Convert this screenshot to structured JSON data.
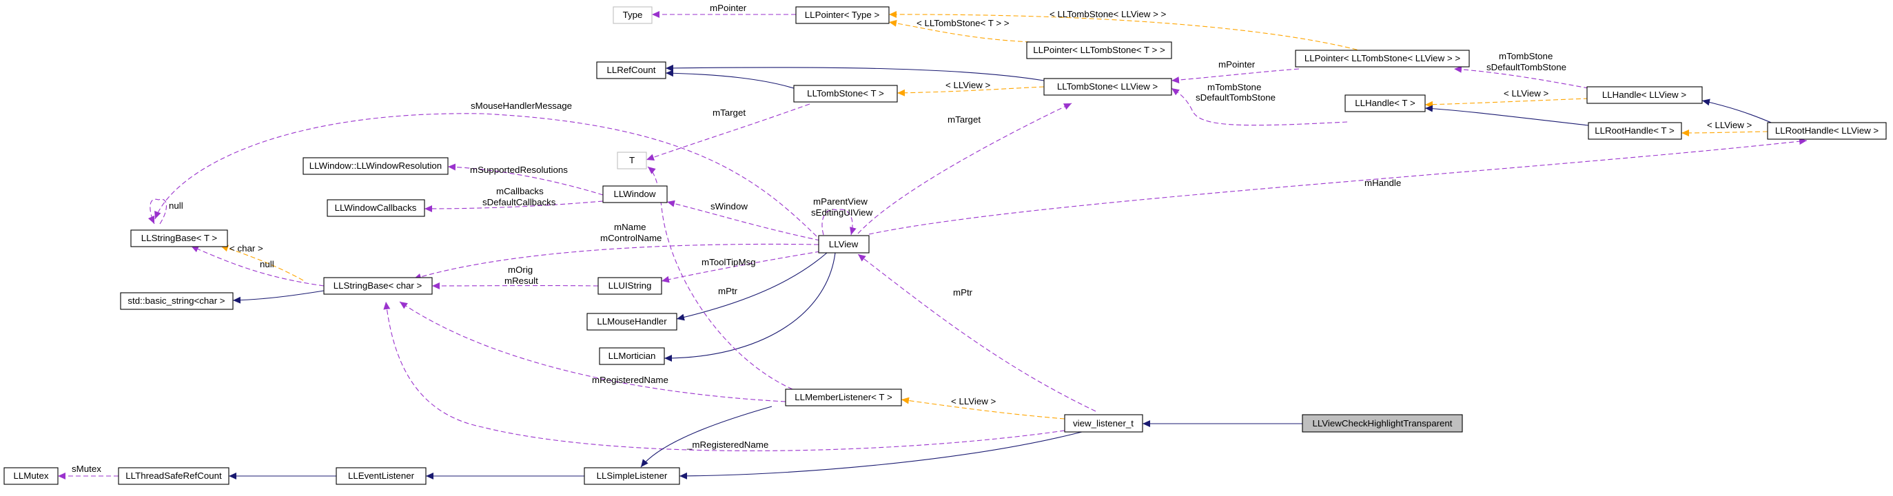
{
  "colors": {
    "inheritance": "#191970",
    "usage": "#9a32cd",
    "template": "#ffa500",
    "focus_fill": "#bfbfbf",
    "template_border": "#bfbfbf"
  },
  "nodes": {
    "type": "Type",
    "llpointer_type": "LLPointer< Type >",
    "llpointer_tomb_t": "LLPointer< LLTombStone< T > >",
    "llpointer_tomb_view": "LLPointer< LLTombStone< LLView > >",
    "llrefcount": "LLRefCount",
    "lltombstone_t": "LLTombStone< T >",
    "lltombstone_view": "LLTombStone< LLView >",
    "llhandle_t": "LLHandle< T >",
    "llhandle_view": "LLHandle< LLView >",
    "llroothandle_t": "LLRootHandle< T >",
    "llroothandle_view": "LLRootHandle< LLView >",
    "t": "T",
    "llwindow_resolution": "LLWindow::LLWindowResolution",
    "llwindow": "LLWindow",
    "llwindowcallbacks": "LLWindowCallbacks",
    "llstringbase_t": "LLStringBase< T >",
    "llstringbase_char": "LLStringBase< char >",
    "std_basic_string": "std::basic_string<char >",
    "llview": "LLView",
    "lluistring": "LLUIString",
    "llmousehandler": "LLMouseHandler",
    "llmortician": "LLMortician",
    "llmemberlistener": "LLMemberListener< T >",
    "view_listener": "view_listener_t",
    "llviewcheck": "LLViewCheckHighlightTransparent",
    "llmutex": "LLMutex",
    "llthreadsaferefcount": "LLThreadSafeRefCount",
    "lleventlistener": "LLEventListener",
    "llsimplelistener": "LLSimpleListener"
  },
  "edge_labels": {
    "mpointer_type": "mPointer",
    "tomb_t_args": "< LLTombStone< T > >",
    "tomb_view_args": "< LLTombStone< LLView > >",
    "mpointer_view": "mPointer",
    "llview_arg_tomb": "< LLView >",
    "mtarget_t": "mTarget",
    "mtombstone_1": "mTombStone",
    "sdefaulttombstone_1": "sDefaultTombStone",
    "mtombstone_2": "mTombStone",
    "sdefaulttombstone_2": "sDefaultTombStone",
    "llview_arg_handle": "< LLView >",
    "llview_arg_root": "< LLView >",
    "smousehandlermessage": "sMouseHandlerMessage",
    "mtarget_view": "mTarget",
    "null_self": "null",
    "msupportedresolutions": "mSupportedResolutions",
    "mcallbacks": "mCallbacks",
    "sdefaultcallbacks": "sDefaultCallbacks",
    "swindow": "sWindow",
    "mparentview": "mParentView",
    "seditinguiview": "sEditingUIView",
    "mhandle": "mHandle",
    "char_arg": "< char >",
    "null_char": "null",
    "mname": "mName",
    "mcontrolname": "mControlName",
    "morig": "mOrig",
    "mresult": "mResult",
    "mtooltipmsg": "mToolTipMsg",
    "mptr_mouse": "mPtr",
    "mptr_view": "mPtr",
    "mregisteredname_1": "mRegisteredName",
    "llview_arg_member": "< LLView >",
    "mregisteredname_2": "_mRegisteredName",
    "smutex": "sMutex"
  }
}
